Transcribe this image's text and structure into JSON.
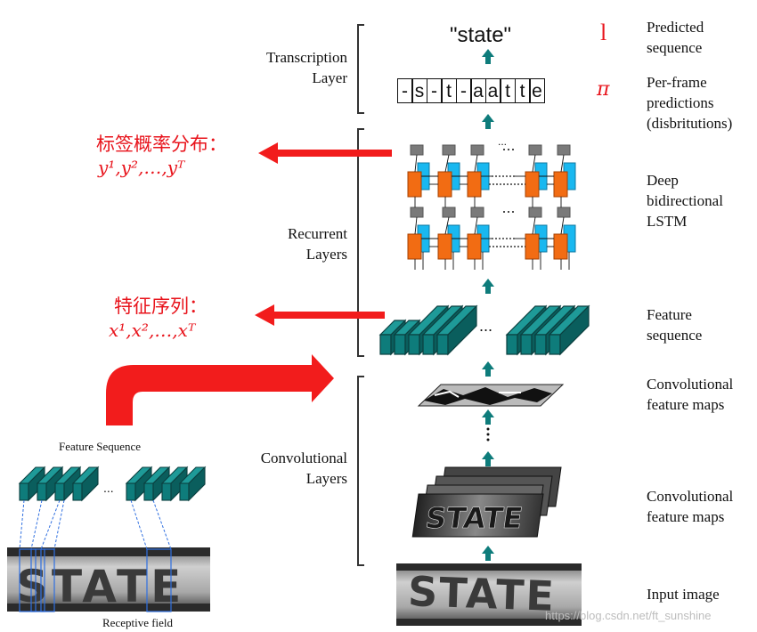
{
  "predicted_text": "\"state\"",
  "frames": [
    "-",
    "s",
    "-",
    "t",
    "-",
    "a",
    "a",
    "t",
    "t",
    "e"
  ],
  "symbol_l": "l",
  "symbol_pi": "π",
  "right_labels": {
    "predicted": [
      "Predicted",
      "sequence"
    ],
    "per_frame": [
      "Per-frame",
      "predictions",
      "(disbritutions)"
    ],
    "lstm": [
      "Deep",
      "bidirectional",
      "LSTM"
    ],
    "feature_seq": [
      "Feature",
      "sequence"
    ],
    "conv_maps_1": [
      "Convolutional",
      "feature maps"
    ],
    "conv_maps_2": [
      "Convolutional",
      "feature maps"
    ],
    "input": [
      "Input image"
    ]
  },
  "layer_labels": {
    "transcription": [
      "Transcription",
      "Layer"
    ],
    "recurrent": [
      "Recurrent",
      "Layers"
    ],
    "convolutional": [
      "Convolutional",
      "Layers"
    ]
  },
  "red_annotations": {
    "label_dist_cn": "标签概率分布：",
    "label_dist_math": "y¹,y²,…,yᵀ",
    "feature_seq_cn": "特征序列：",
    "feature_seq_math": "x¹,x²,…,xᵀ"
  },
  "inset": {
    "title": "Feature Sequence",
    "caption": "Receptive field",
    "image_text": "STATE",
    "ellipsis": "..."
  },
  "image_text": "STATE",
  "ellipsis": "...",
  "watermark": "https://blog.csdn.net/ft_sunshine",
  "colors": {
    "teal": "#0e7c7b",
    "red": "#f21c1c",
    "orange": "#f26c13",
    "cyan": "#19b8f0",
    "gray": "#7a7a7a"
  }
}
